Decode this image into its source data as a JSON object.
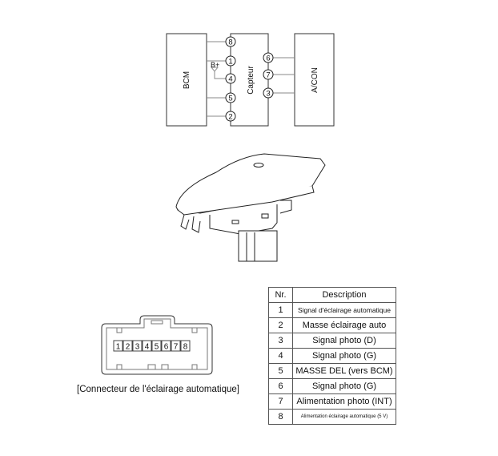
{
  "wiring": {
    "bcm_label": "BCM",
    "sensor_label": "Capteur",
    "acon_label": "A/CON",
    "supply_label": "B+",
    "left_pins": [
      "8",
      "1",
      "4",
      "5",
      "2"
    ],
    "right_pins": [
      "6",
      "7",
      "3"
    ]
  },
  "connector": {
    "pins": [
      "1",
      "2",
      "3",
      "4",
      "5",
      "6",
      "7",
      "8"
    ],
    "caption": "[Connecteur de l'éclairage automatique]"
  },
  "pin_table": {
    "headers": {
      "nr": "Nr.",
      "description": "Description"
    },
    "rows": [
      {
        "nr": "1",
        "description": "Signal d'éclairage automatique"
      },
      {
        "nr": "2",
        "description": "Masse éclairage auto"
      },
      {
        "nr": "3",
        "description": "Signal photo (D)"
      },
      {
        "nr": "4",
        "description": "Signal photo (G)"
      },
      {
        "nr": "5",
        "description": "MASSE DEL (vers BCM)"
      },
      {
        "nr": "6",
        "description": "Signal photo (G)"
      },
      {
        "nr": "7",
        "description": "Alimentation photo (INT)"
      },
      {
        "nr": "8",
        "description": "Alimentation éclairage automatique (5 V)"
      }
    ]
  }
}
